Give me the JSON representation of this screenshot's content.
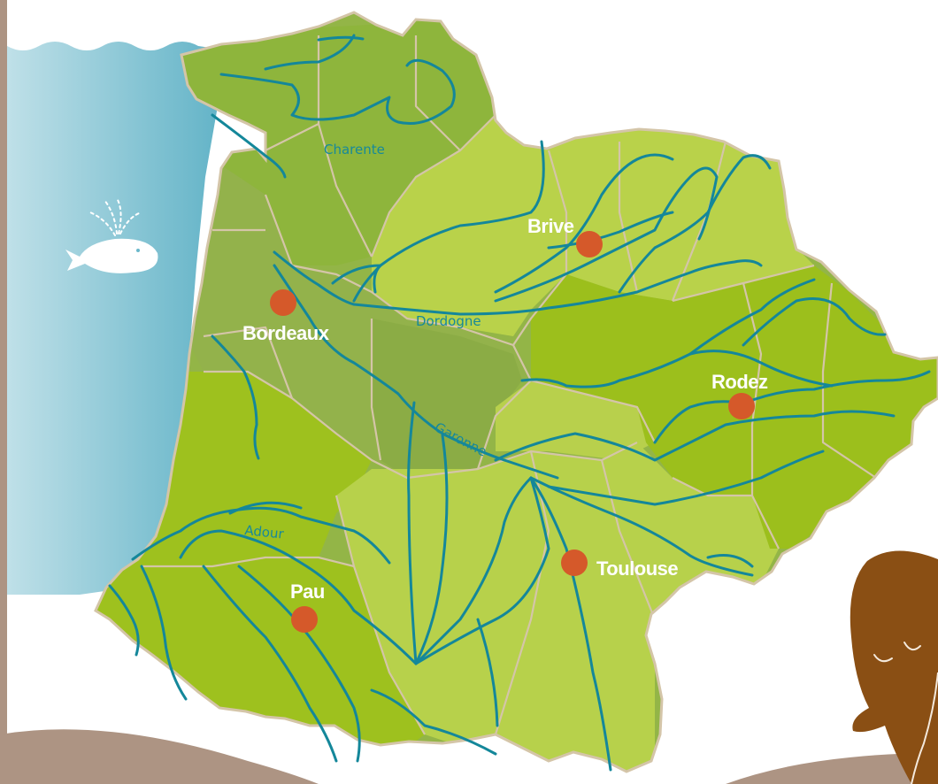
{
  "cities": [
    {
      "id": "brive",
      "name": "Brive"
    },
    {
      "id": "bordeaux",
      "name": "Bordeaux"
    },
    {
      "id": "rodez",
      "name": "Rodez"
    },
    {
      "id": "toulouse",
      "name": "Toulouse"
    },
    {
      "id": "pau",
      "name": "Pau"
    }
  ],
  "rivers": [
    {
      "id": "charente",
      "name": "Charente"
    },
    {
      "id": "dordogne",
      "name": "Dordogne"
    },
    {
      "id": "garonne",
      "name": "Garonne"
    },
    {
      "id": "adour",
      "name": "Adour"
    }
  ],
  "colors": {
    "ocean_light": "#b9dde6",
    "ocean_dark": "#6bb8cb",
    "region_medium": "#8db33c",
    "region_muted": "#92b24a",
    "region_light": "#b9d24a",
    "region_bright": "#9ec11e",
    "border": "#d4c5a8",
    "river": "#14879a",
    "city": "#d5592a",
    "ground": "#ad9483",
    "mascot": "#8a4f14"
  },
  "icons": [
    "whale-icon",
    "mascot-figure"
  ]
}
